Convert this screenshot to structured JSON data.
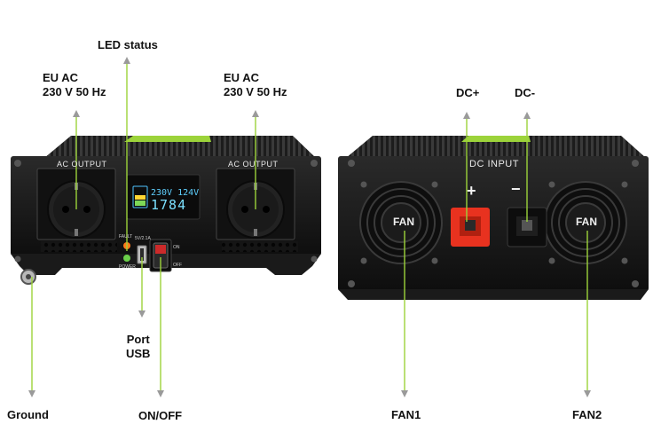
{
  "labels": {
    "eu_ac_left_line1": "EU AC",
    "eu_ac_left_line2": "230 V 50 Hz",
    "eu_ac_right_line1": "EU AC",
    "eu_ac_right_line2": "230 V 50 Hz",
    "led_status": "LED status",
    "dc_plus": "DC+",
    "dc_minus": "DC-",
    "port_usb_line1": "Port",
    "port_usb_line2": "USB",
    "ground": "Ground",
    "on_off": "ON/OFF",
    "fan1": "FAN1",
    "fan2": "FAN2"
  },
  "device_front": {
    "ac_output_left": "AC OUTPUT",
    "ac_output_right": "AC OUTPUT",
    "lcd_top": "230V  124V",
    "lcd_big": "1784",
    "fault_label": "FAULT",
    "power_label": "POWER",
    "usb_label": "5V/2.1A",
    "switch_on": "ON",
    "switch_off": "OFF"
  },
  "device_back": {
    "dc_input": "DC INPUT",
    "plus_sign": "+",
    "minus_sign": "−",
    "fan_left": "FAN",
    "fan_right": "FAN"
  },
  "colors": {
    "accent_green": "#9cd33a",
    "pointer_grey": "#9a9a9a",
    "body_black": "#1b1b1b",
    "terminal_red": "#e8321f"
  }
}
